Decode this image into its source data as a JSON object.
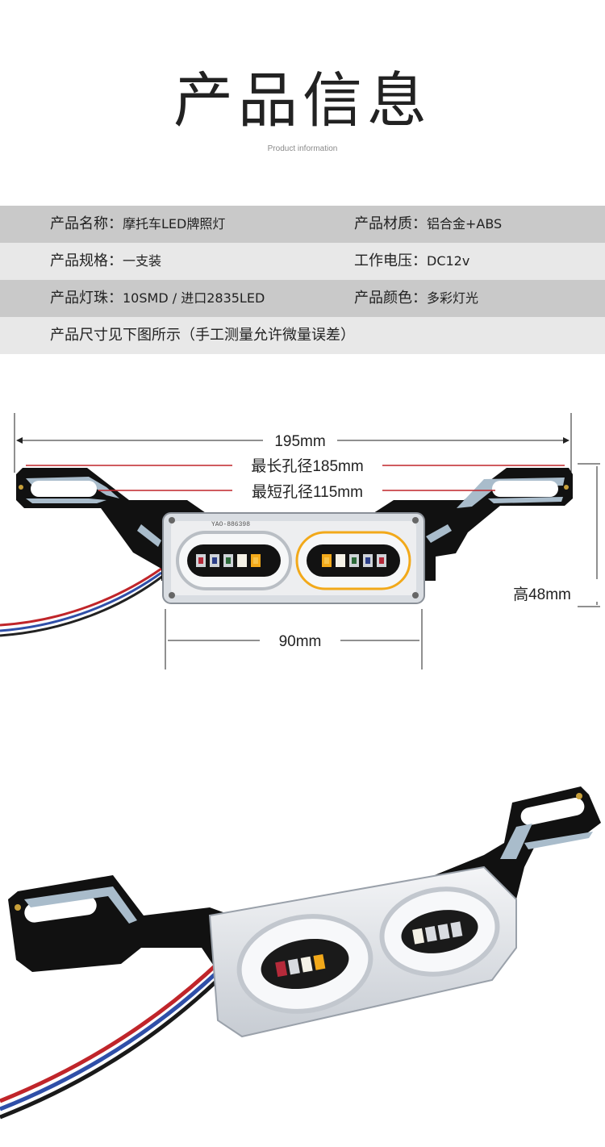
{
  "header": {
    "title": "产品信息",
    "subtitle": "Product information"
  },
  "specs": {
    "rows": [
      {
        "label1": "产品名称：",
        "value1": "摩托车LED牌照灯",
        "label2": "产品材质：",
        "value2": "铝合金+ABS"
      },
      {
        "label1": "产品规格：",
        "value1": "一支装",
        "label2": "工作电压：",
        "value2": "DC12v"
      },
      {
        "label1": "产品灯珠：",
        "value1": "10SMD / 进口2835LED",
        "label2": "产品颜色：",
        "value2": "多彩灯光"
      }
    ],
    "note": "产品尺寸见下图所示（手工测量允许微量误差）"
  },
  "dimensions": {
    "total_width": "195mm",
    "long_hole": "最长孔径185mm",
    "short_hole": "最短孔径115mm",
    "height": "高48mm",
    "housing_width": "90mm",
    "pcb_code": "YAO-886398"
  },
  "colors": {
    "pcb_black": "#111111",
    "pcb_stripe": "#a9bccb",
    "led_amber": "#f2a91a",
    "led_white": "#f4f1e6",
    "wire_red": "#c0252a",
    "wire_blue": "#2f4fa8",
    "dim_line": "#c0252a"
  }
}
